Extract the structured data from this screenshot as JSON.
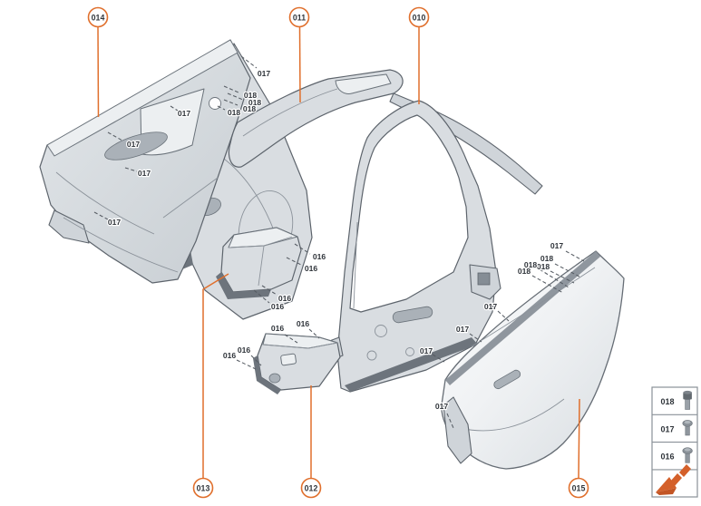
{
  "colors": {
    "accent": "#e06f2c",
    "label_text": "#2f343a",
    "part_outline": "#5d646c"
  },
  "callouts": [
    {
      "id": "014"
    },
    {
      "id": "011"
    },
    {
      "id": "010"
    },
    {
      "id": "013"
    },
    {
      "id": "012"
    },
    {
      "id": "015"
    }
  ],
  "fastener_labels": [
    {
      "text": "017"
    },
    {
      "text": "018"
    },
    {
      "text": "018"
    },
    {
      "text": "018"
    },
    {
      "text": "018"
    },
    {
      "text": "017"
    },
    {
      "text": "017"
    },
    {
      "text": "017"
    },
    {
      "text": "017"
    },
    {
      "text": "016"
    },
    {
      "text": "016"
    },
    {
      "text": "016"
    },
    {
      "text": "016"
    },
    {
      "text": "016"
    },
    {
      "text": "016"
    },
    {
      "text": "016"
    },
    {
      "text": "016"
    },
    {
      "text": "017"
    },
    {
      "text": "018"
    },
    {
      "text": "018"
    },
    {
      "text": "018"
    },
    {
      "text": "018"
    },
    {
      "text": "017"
    },
    {
      "text": "017"
    },
    {
      "text": "017"
    },
    {
      "text": "017"
    }
  ],
  "legend": {
    "items": [
      {
        "label": "018",
        "icon": "socket-head-bolt-icon"
      },
      {
        "label": "017",
        "icon": "pan-head-screw-icon"
      },
      {
        "label": "016",
        "icon": "pan-head-screw-icon"
      },
      {
        "label": "",
        "icon": "removal-direction-arrow-icon"
      }
    ]
  }
}
